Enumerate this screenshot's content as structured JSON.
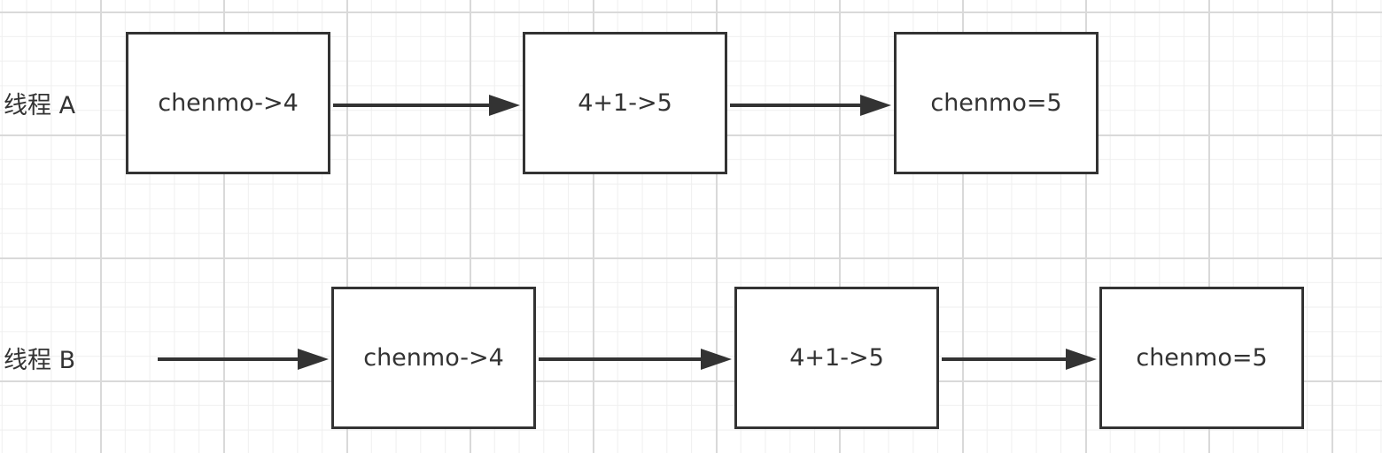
{
  "diagram": {
    "lanes": [
      {
        "label": "线程 A",
        "steps": [
          {
            "text": "chenmo->4"
          },
          {
            "text": "4+1->5"
          },
          {
            "text": "chenmo=5"
          }
        ]
      },
      {
        "label": "线程 B",
        "steps": [
          {
            "text": "chenmo->4"
          },
          {
            "text": "4+1->5"
          },
          {
            "text": "chenmo=5"
          }
        ]
      }
    ],
    "colors": {
      "stroke": "#333333",
      "box_fill": "#ffffff",
      "grid_major": "#d9d9d9",
      "grid_minor": "#efefef"
    }
  }
}
